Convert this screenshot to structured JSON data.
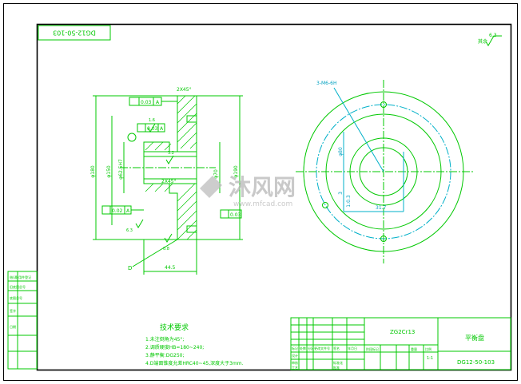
{
  "drawing": {
    "code": "DG12-50-103",
    "code_rotated": "DG12-50-103",
    "part_name": "平衡盘",
    "material": "ZG2Cr13",
    "scale": "1:1",
    "roughness_note": "其余",
    "roughness_value": "6.3"
  },
  "technical_requirements": {
    "title": "技术要求",
    "items": [
      "1.未注倒角为45°;",
      "2.调质硬度HB=180~240;",
      "3.静平衡:DG250;",
      "4.D端面锥度允差HRC40~45,深度大于3mm."
    ]
  },
  "title_block": {
    "row_labels": [
      "标记",
      "处数",
      "分区",
      "更改文件号",
      "签名",
      "年月日"
    ],
    "sign_labels": [
      "设计",
      "审核",
      "工艺",
      "标准化",
      "批准"
    ],
    "stage_labels": [
      "阶段标记",
      "重量",
      "比例"
    ]
  },
  "side_stamps": [
    "借(通)用件登记",
    "旧底图总号",
    "底图总号",
    "签字",
    "日期"
  ],
  "section_labels": {
    "chamfer_top": "2X45°",
    "chamfer_mid": "2X45°",
    "datum_a": "A",
    "label_d": "D",
    "tol_1": "0.03",
    "tol_2": "0.03",
    "tol_3": "0.02",
    "tol_4": "0.03",
    "dim_bottom": "44.5",
    "dim_vert_1": "φ180",
    "dim_vert_2": "φ150",
    "dim_vert_3": "φ62.5H7",
    "dim_right": "φ190",
    "dim_mid": "φ70",
    "roughness_marks": [
      "1.6",
      "3.2",
      "6.3",
      "0.8"
    ]
  },
  "front_view_labels": {
    "holes": "3-M6-6H",
    "dim_keyway": "φ80",
    "dim_depth": "3",
    "dim_width": "31.7",
    "dim_small": "1:0.3"
  },
  "watermark": {
    "brand": "沐风网",
    "url": "www.mfcad.com"
  }
}
